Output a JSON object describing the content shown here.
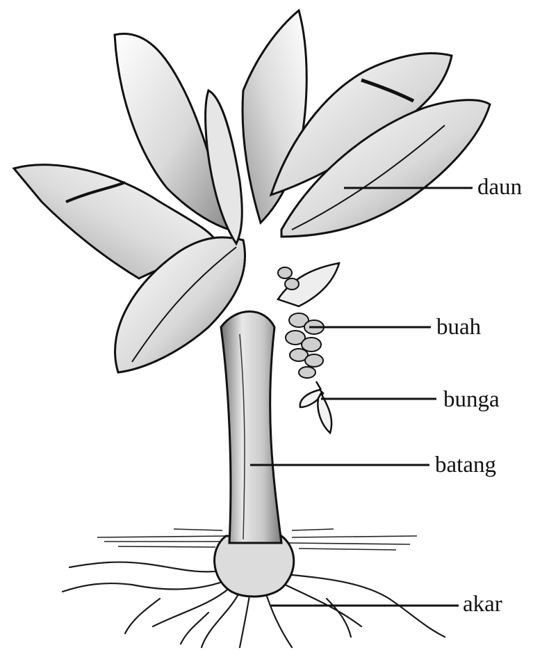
{
  "labels": {
    "daun": "daun",
    "buah": "buah",
    "bunga": "bunga",
    "batang": "batang",
    "akar": "akar"
  },
  "colors": {
    "ink": "#111111",
    "shade": "#9a9a9a",
    "paper": "#ffffff"
  }
}
